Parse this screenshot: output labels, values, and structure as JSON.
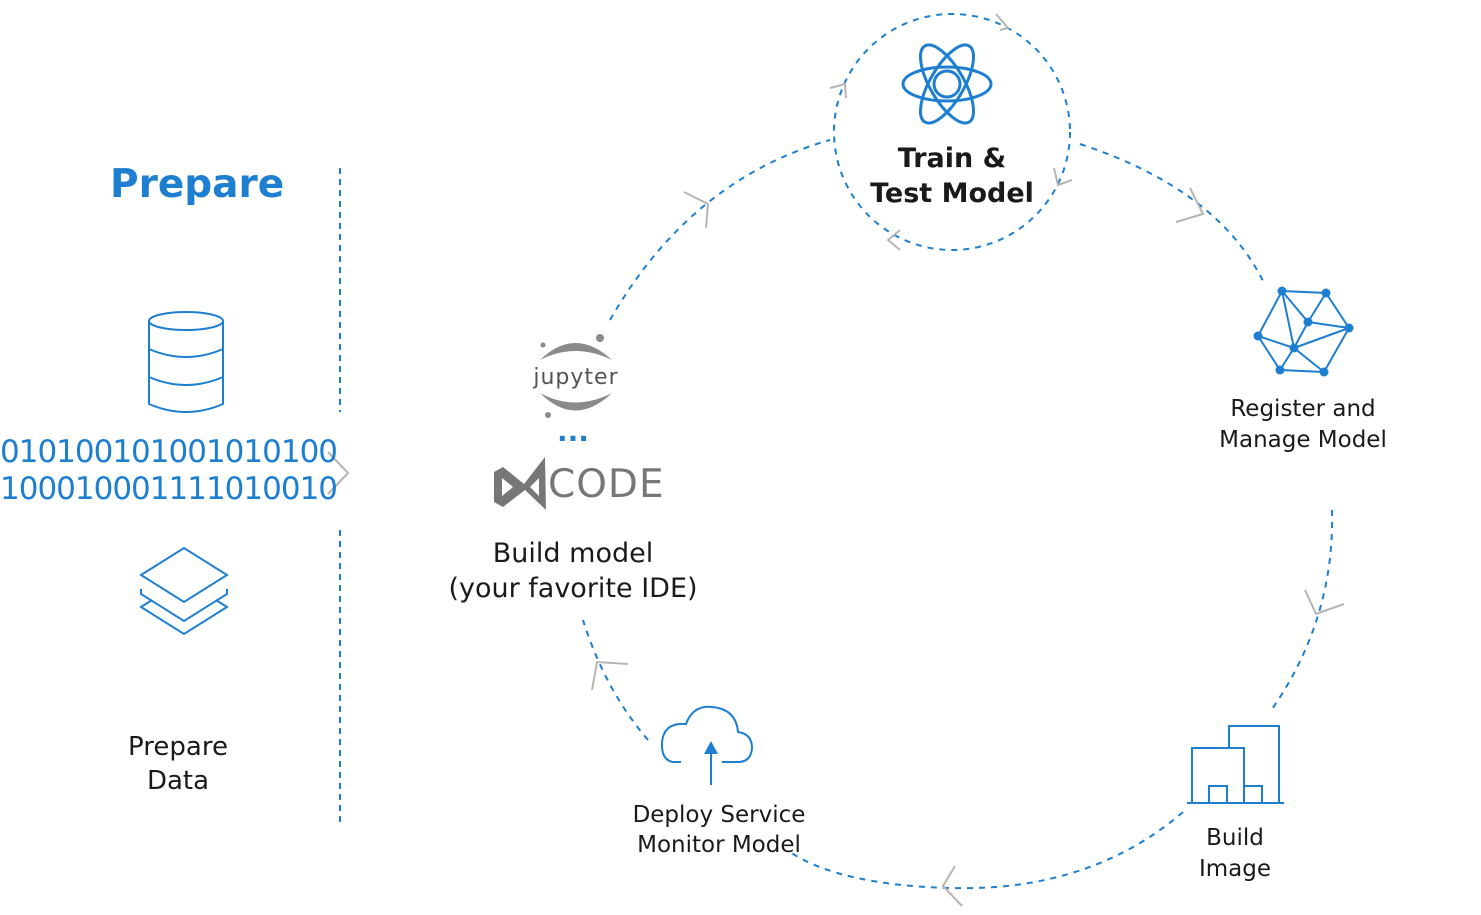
{
  "prepare": {
    "heading": "Prepare",
    "binary_line_1": "01010010100101010‌0",
    "binary_line_2": "100010001111010010",
    "data_label_1": "Prepare",
    "data_label_2": "Data"
  },
  "train": {
    "label_1": "Train &",
    "label_2": "Test Model"
  },
  "register": {
    "label_1": "Register and",
    "label_2": "Manage Model"
  },
  "build_image": {
    "label_1": "Build",
    "label_2": "Image"
  },
  "deploy": {
    "label_1": "Deploy Service",
    "label_2": "Monitor Model"
  },
  "build_model": {
    "jupyter_text": "jupyter",
    "ellipsis": "...",
    "code_text": "CODE",
    "label_1": "Build model",
    "label_2": "(your favorite IDE)"
  },
  "colors": {
    "accent": "#1e7fd0",
    "text": "#1a1a1a",
    "arrow": "#b5b5b5",
    "logo_gray": "#777777"
  }
}
